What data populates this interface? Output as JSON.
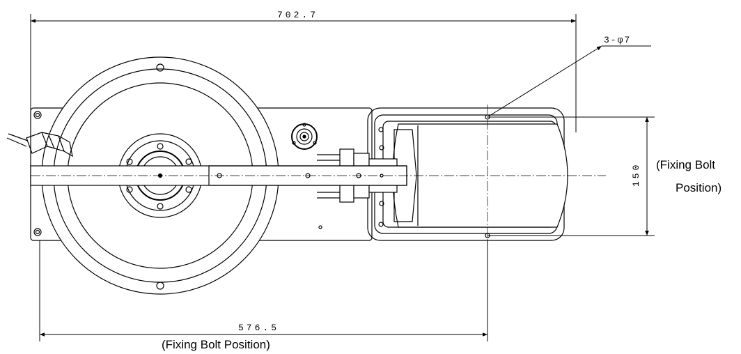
{
  "dimensions": {
    "overall_length": "702.7",
    "bolt_pitch_length": "576.5",
    "bolt_pitch_width": "150",
    "hole_callout": "3-φ7"
  },
  "notes": {
    "bottom_note": "(Fixing Bolt Position)",
    "right_note_line1": "(Fixing Bolt",
    "right_note_line2": "Position)"
  }
}
